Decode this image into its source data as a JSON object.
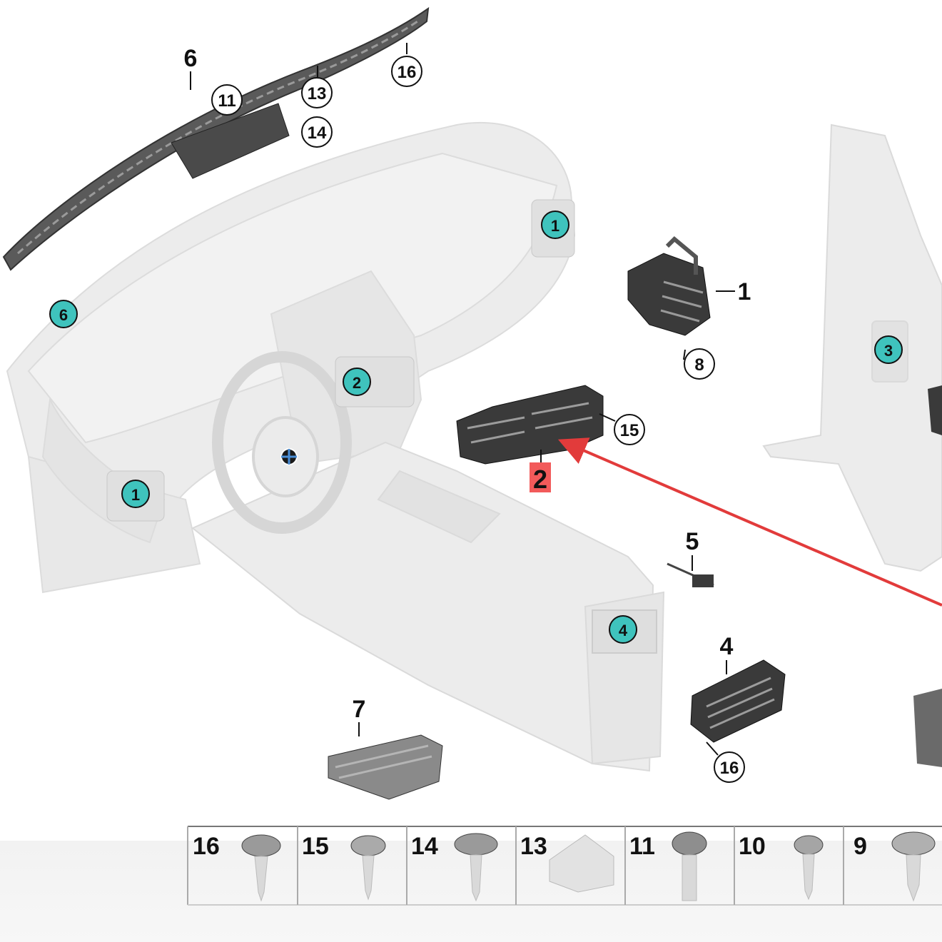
{
  "colors": {
    "callout_fill": "#3fc3bd",
    "highlight": "#f25a5a",
    "arrow": "#e23b3b",
    "line": "#111111"
  },
  "vehicle_callouts": [
    "1",
    "6",
    "2",
    "1",
    "3",
    "4"
  ],
  "part_labels": {
    "p6": "6",
    "p11": "11",
    "p13": "13",
    "p14": "14",
    "p16a": "16",
    "p1": "1",
    "p8": "8",
    "p15": "15",
    "p2": "2",
    "p5": "5",
    "p4": "4",
    "p16b": "16",
    "p7": "7"
  },
  "fastener_legend": [
    {
      "num": "16",
      "icon": "screw-round-icon"
    },
    {
      "num": "15",
      "icon": "screw-pan-icon"
    },
    {
      "num": "14",
      "icon": "screw-washer-icon"
    },
    {
      "num": "13",
      "icon": "clip-nut-icon"
    },
    {
      "num": "11",
      "icon": "bolt-hex-icon"
    },
    {
      "num": "10",
      "icon": "screw-small-icon"
    },
    {
      "num": "9",
      "icon": "rivet-icon"
    }
  ]
}
